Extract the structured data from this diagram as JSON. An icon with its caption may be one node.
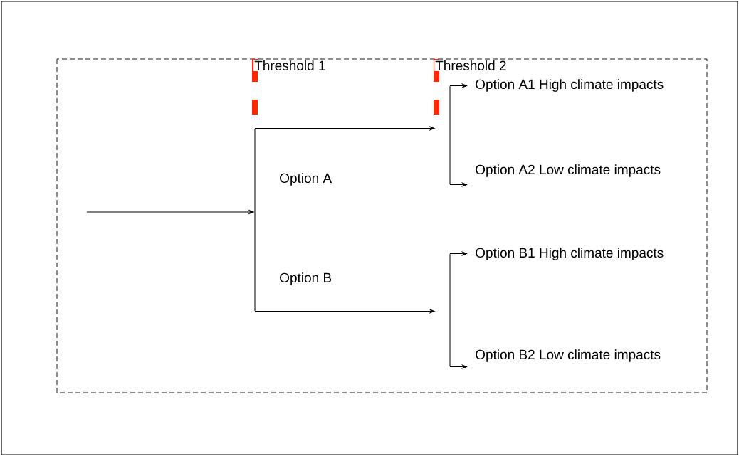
{
  "diagram": {
    "nodes": [
      {
        "text": [],
        "shape": "bar"
      },
      {
        "text": [],
        "shape": "bar"
      },
      {
        "text": [],
        "shape": "bar"
      },
      {
        "text": [
          "Option A1 High climate impacts"
        ]
      },
      {
        "text": [
          "Option A2 Low climate impacts"
        ]
      },
      {
        "text": [
          "Option B1 High climate impacts"
        ]
      },
      {
        "text": [
          "Option B2 Low climate impacts"
        ]
      }
    ],
    "edges": [
      {
        "from": null,
        "to": 0,
        "arrow": "to"
      },
      {
        "from": 0,
        "to": 1,
        "arrow": "to",
        "label": "Option A"
      },
      {
        "from": 0,
        "to": 2,
        "arrow": "to",
        "label": "Option B"
      },
      {
        "from": 1,
        "to": 3,
        "arrow": "to"
      },
      {
        "from": 1,
        "to": 4,
        "arrow": "to"
      },
      {
        "from": 2,
        "to": 5,
        "arrow": "to"
      },
      {
        "from": 2,
        "to": 6,
        "arrow": "to"
      }
    ],
    "labels": [
      "Threshold 1",
      "Threshold 2"
    ]
  }
}
